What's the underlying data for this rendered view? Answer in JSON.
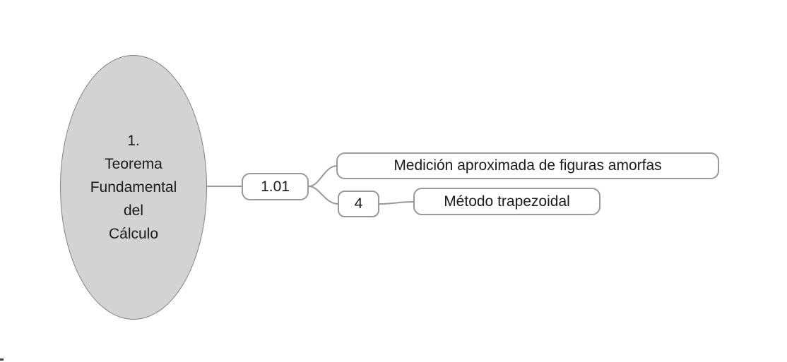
{
  "mindmap": {
    "root": {
      "lines": [
        "1.",
        "Teorema",
        "Fundamental",
        "del",
        "Cálculo"
      ],
      "fill_color": "#d3d3d3",
      "border_color": "#808080"
    },
    "nodes": {
      "level1": {
        "label": "1.01"
      },
      "child_top": {
        "label": "Medición aproximada de figuras amorfas"
      },
      "child_bottom": {
        "label": "4"
      },
      "grandchild": {
        "label": "Método trapezoidal"
      }
    },
    "style": {
      "connector_color": "#999999",
      "node_border_color": "#999999",
      "node_fill_color": "#ffffff",
      "text_color": "#1a1a1a",
      "background_color": "#ffffff"
    }
  }
}
